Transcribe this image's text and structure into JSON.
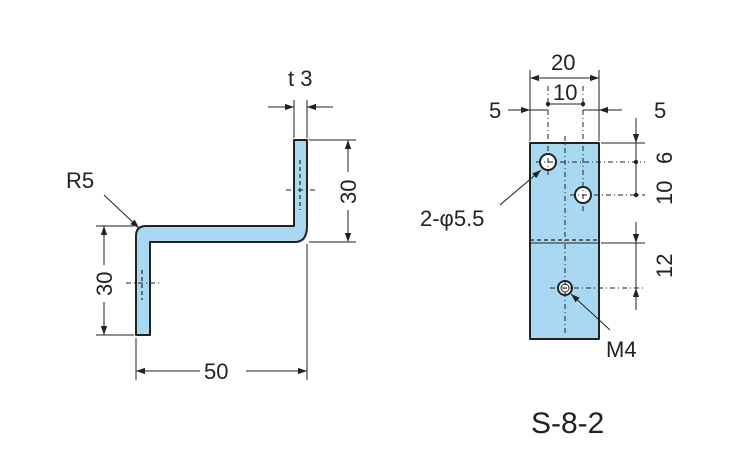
{
  "side_view": {
    "thickness_label": "t 3",
    "radius_label": "R5",
    "height_left_label": "30",
    "height_right_label": "30",
    "width_label": "50"
  },
  "front_view": {
    "width_label": "20",
    "hole_spacing_label": "10",
    "edge_left_label": "5",
    "edge_right_label": "5",
    "hole_offset_label": "6",
    "hole_pitch_label": "10",
    "lower_offset_label": "12",
    "holes_label": "2-φ5.5",
    "thread_label": "M4"
  },
  "part_number": "S-8-2",
  "colors": {
    "part_fill": "#a9d9f2",
    "line": "#222222"
  }
}
